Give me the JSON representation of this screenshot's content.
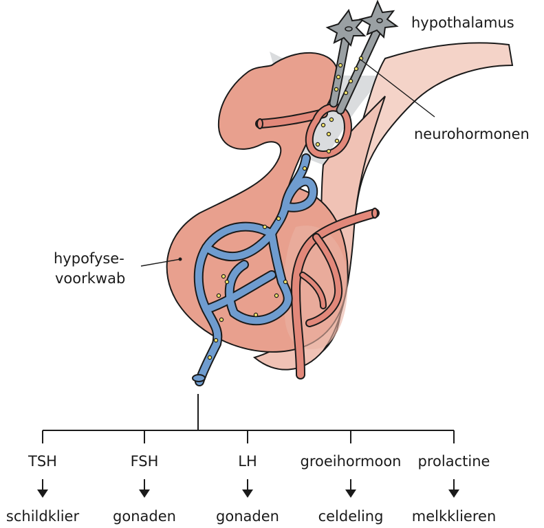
{
  "labels": {
    "hypothalamus": "hypothalamus",
    "neurohormonen": "neurohormonen",
    "hypofyse_line1": "hypofyse-",
    "hypofyse_line2": "voorkwab"
  },
  "hormones": [
    {
      "name": "TSH",
      "target": "schildklier"
    },
    {
      "name": "FSH",
      "target": "gonaden"
    },
    {
      "name": "LH",
      "target": "gonaden"
    },
    {
      "name": "groeihormoon",
      "target": "celdeling"
    },
    {
      "name": "prolactine",
      "target": "melkklieren"
    }
  ],
  "colors": {
    "tissue": "#e8a08e",
    "tissue_light": "#f2c9bd",
    "portal": "#6f9ccf",
    "artery": "#e2887a",
    "neuron": "#9aa0a3",
    "granule": "#f2e36b",
    "shadow": "#c9cbcd"
  }
}
